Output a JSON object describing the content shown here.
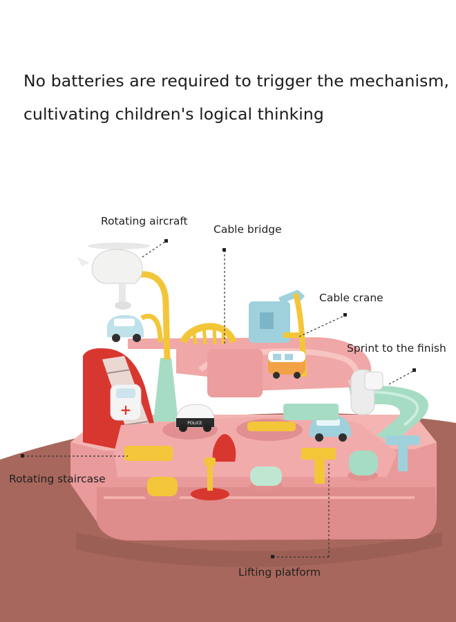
{
  "headline": {
    "line1": "No batteries are required to trigger the mechanism,",
    "line2": "cultivating children's logical thinking"
  },
  "callouts": {
    "rotating_aircraft": "Rotating aircraft",
    "cable_bridge": "Cable bridge",
    "cable_crane": "Cable crane",
    "sprint_to_finish": "Sprint to the finish",
    "rotating_staircase": "Rotating staircase",
    "lifting_platform": "Lifting platform"
  },
  "toy": {
    "police_car_label": "POLICE",
    "ambulance_mark": "+"
  },
  "colors": {
    "floor": "#a8675c",
    "toy_pink": "#f0a7a7",
    "toy_pink_dark": "#d98787",
    "toy_red": "#d8372f",
    "accent_yellow": "#f3c63a",
    "mint": "#a6dcc3",
    "light_blue": "#9fd1dd"
  }
}
